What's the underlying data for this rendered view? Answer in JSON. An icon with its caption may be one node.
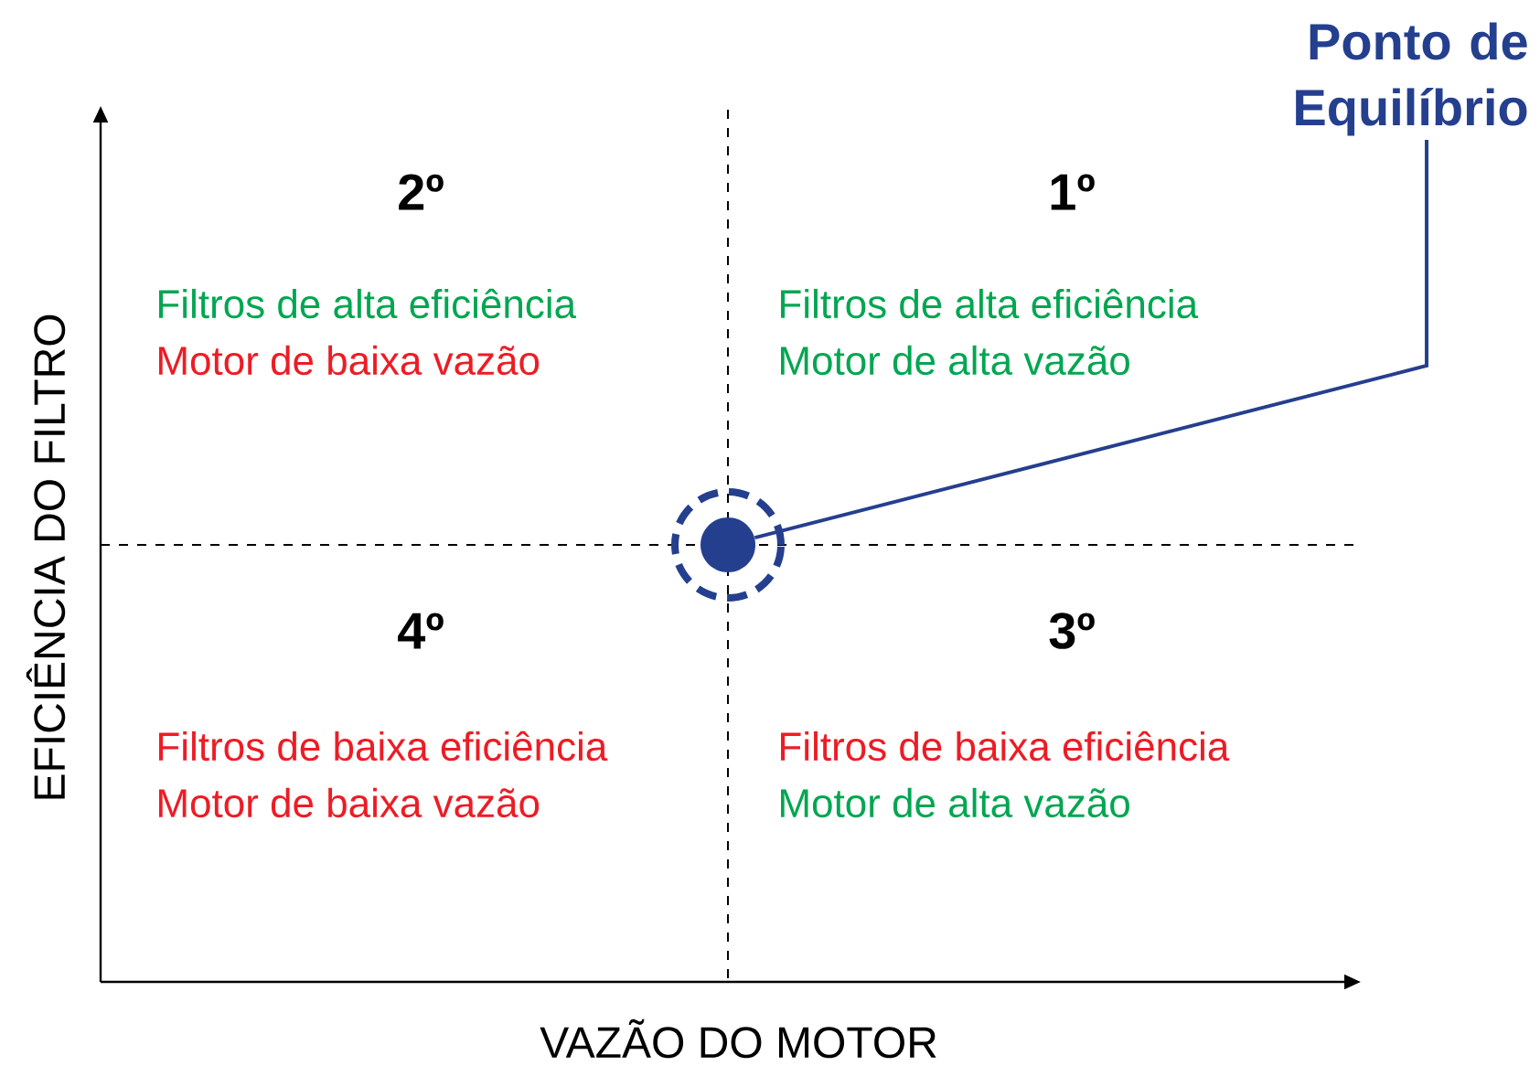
{
  "diagram": {
    "nodes": [
      {
        "text": [
          "Ponto de Equilíbrio"
        ]
      },
      {
        "text": [],
        "shape": "circle"
      }
    ],
    "edges": [
      {
        "from": 0,
        "to": 1,
        "arrow": "none"
      }
    ],
    "labels": [
      "2º",
      "1º",
      "Filtros de alta eficiência",
      "Motor de baixa vazão",
      "Filtros de alta eficiência",
      "Motor de alta vazão",
      "4º",
      "3º",
      "Filtros de baixa eficiência",
      "Motor de baixa vazão",
      "Filtros de baixa eficiência",
      "Motor de alta vazão",
      "EFICIÊNCIA DO FILTRO",
      "VAZÃO DO MOTOR"
    ]
  }
}
